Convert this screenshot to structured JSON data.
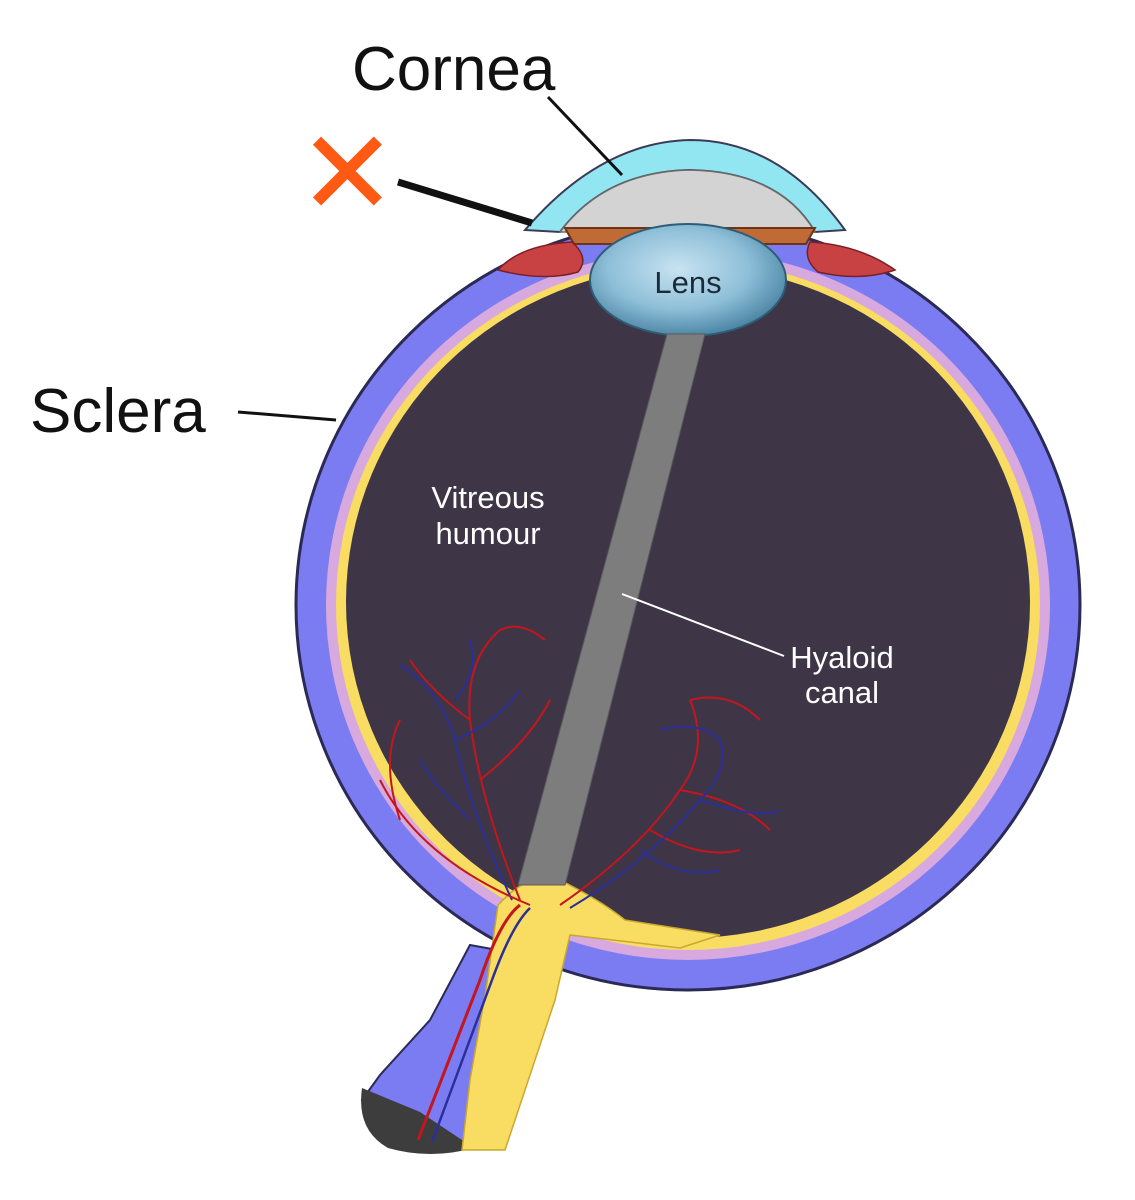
{
  "labels": {
    "cornea": "Cornea",
    "sclera": "Sclera",
    "lens": "Lens",
    "vitreous_line1": "Vitreous",
    "vitreous_line2": "humour",
    "hyaloid_line1": "Hyaloid",
    "hyaloid_line2": "canal"
  },
  "marker": {
    "symbol": "✕",
    "color": "#ff5a14"
  },
  "colors": {
    "sclera": "#7b7cf2",
    "choroid": "#d7a9de",
    "retina": "#f9dc62",
    "vitreous": "#3e3547",
    "cornea": "#92e6f2",
    "aqueous": "#d3d3d3",
    "iris": "#c06a36",
    "ciliary": "#c84244",
    "lens": "#7fb3ce",
    "hyaloid": "#7d7d7d",
    "artery": "#c4161c",
    "vein": "#2b2f9a",
    "optic_nerve": "#f9dc62"
  }
}
